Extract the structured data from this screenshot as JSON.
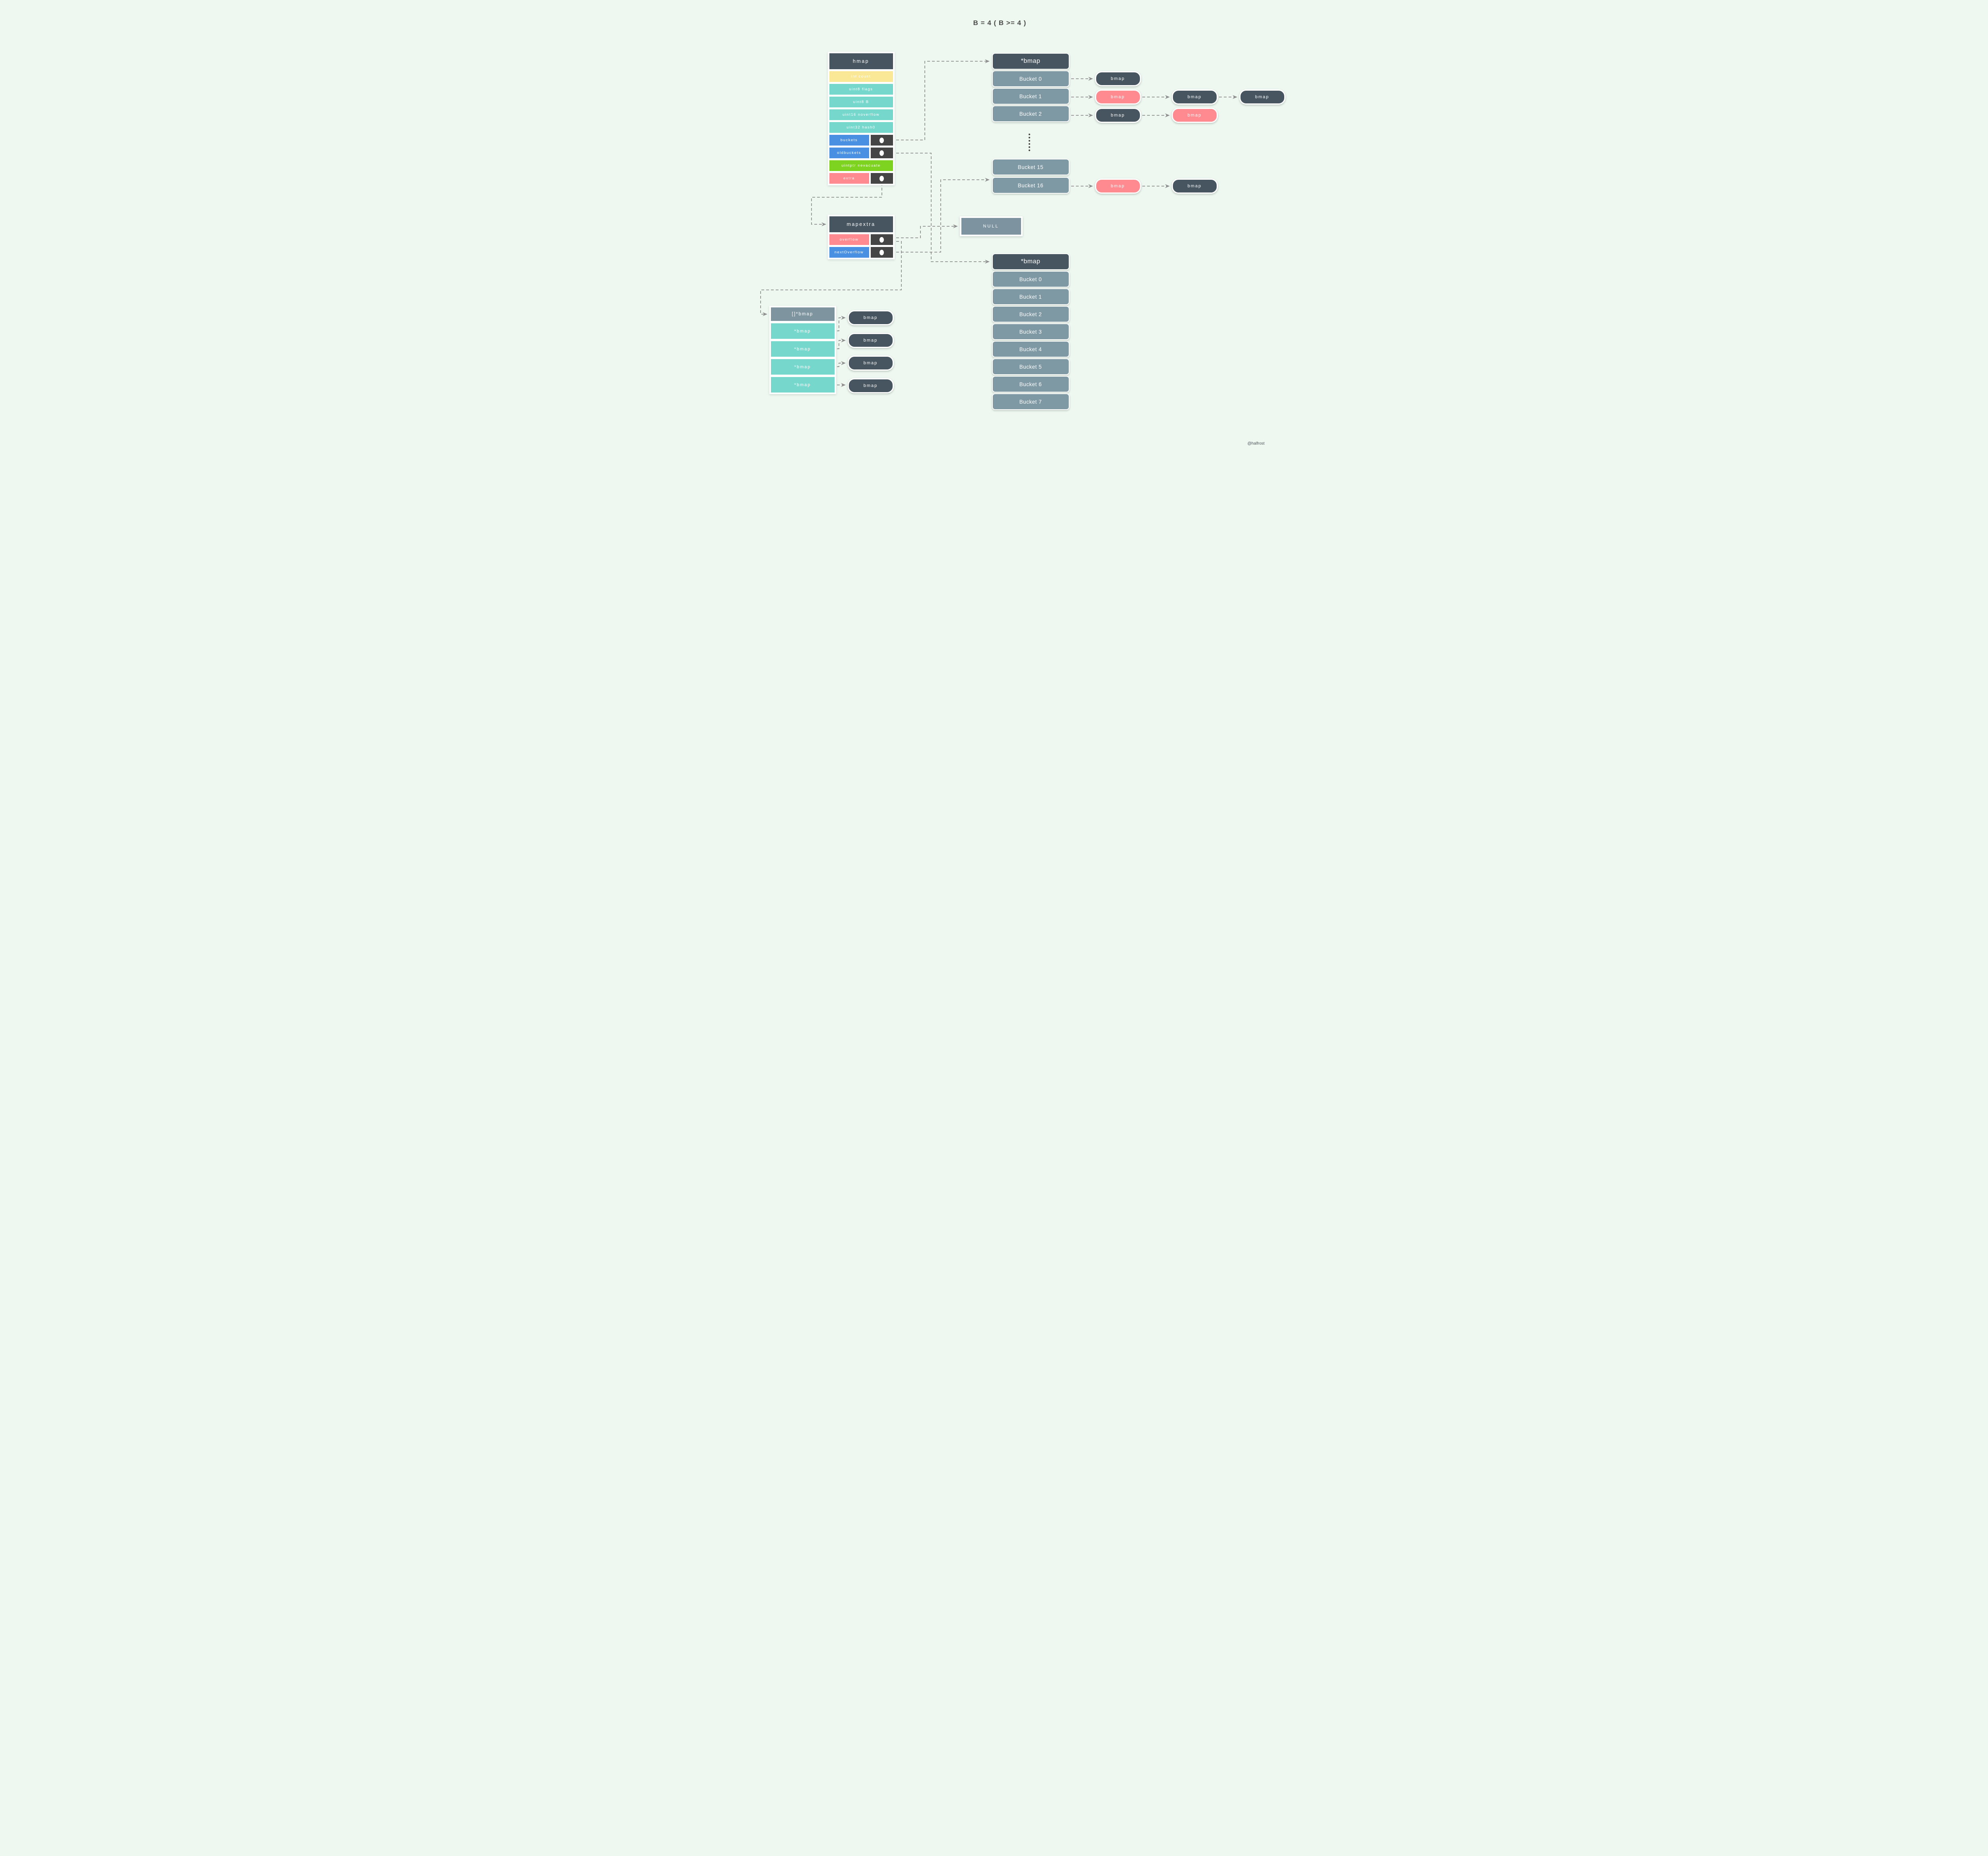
{
  "title": "B = 4 ( B >= 4 )",
  "watermark": "@halfrost",
  "null_label": "NULL",
  "pill_label": "bmap",
  "colors": {
    "background": "#eef8f1",
    "dark_slate": "#465560",
    "pointer_cell": "#454545",
    "yellow": "#fae896",
    "teal": "#76d7cc",
    "blue": "#4a90e2",
    "green": "#7ed321",
    "pink": "#ff8b90",
    "bucket_gray": "#7e98a4",
    "slice_header_gray": "#7e949e",
    "line_gray": "#8f8f8f",
    "title_color": "#4a4a4a"
  },
  "hmap": {
    "header": "hmap",
    "rows": [
      {
        "label": "int count",
        "color": "yellow",
        "pointer": false
      },
      {
        "label": "uint8 flags",
        "color": "teal",
        "pointer": false
      },
      {
        "label": "uint8 B",
        "color": "teal",
        "pointer": false
      },
      {
        "label": "uint16 noverflow",
        "color": "teal",
        "pointer": false
      },
      {
        "label": "uint32 hash0",
        "color": "teal",
        "pointer": false
      },
      {
        "label": "buckets",
        "color": "blue",
        "pointer": true
      },
      {
        "label": "oldbuckets",
        "color": "blue",
        "pointer": true
      },
      {
        "label": "uintptr nevacuate",
        "color": "green",
        "pointer": false
      },
      {
        "label": "extra",
        "color": "pink",
        "pointer": true
      }
    ]
  },
  "mapextra": {
    "header": "mapextra",
    "rows": [
      {
        "label": "overflow",
        "color": "pink",
        "pointer": true
      },
      {
        "label": "nextOverflow",
        "color": "blue",
        "pointer": true
      }
    ]
  },
  "new_buckets": {
    "header": "*bmap",
    "top_items": [
      "Bucket 0",
      "Bucket 1",
      "Bucket 2"
    ],
    "bottom_items": [
      "Bucket 15",
      "Bucket 16"
    ]
  },
  "old_buckets": {
    "header": "*bmap",
    "items": [
      "Bucket 0",
      "Bucket 1",
      "Bucket 2",
      "Bucket 3",
      "Bucket 4",
      "Bucket 5",
      "Bucket 6",
      "Bucket 7"
    ]
  },
  "overflow_slice": {
    "header": "[]*bmap",
    "rows": [
      "*bmap",
      "*bmap",
      "*bmap",
      "*bmap"
    ],
    "pills": [
      "dark",
      "dark",
      "dark",
      "dark"
    ]
  },
  "bucket_chains": [
    {
      "from": "Bucket 0",
      "pills": [
        "dark"
      ]
    },
    {
      "from": "Bucket 1",
      "pills": [
        "pink",
        "dark",
        "dark"
      ]
    },
    {
      "from": "Bucket 2",
      "pills": [
        "dark",
        "pink"
      ]
    },
    {
      "from": "Bucket 16",
      "pills": [
        "pink",
        "dark"
      ]
    }
  ]
}
